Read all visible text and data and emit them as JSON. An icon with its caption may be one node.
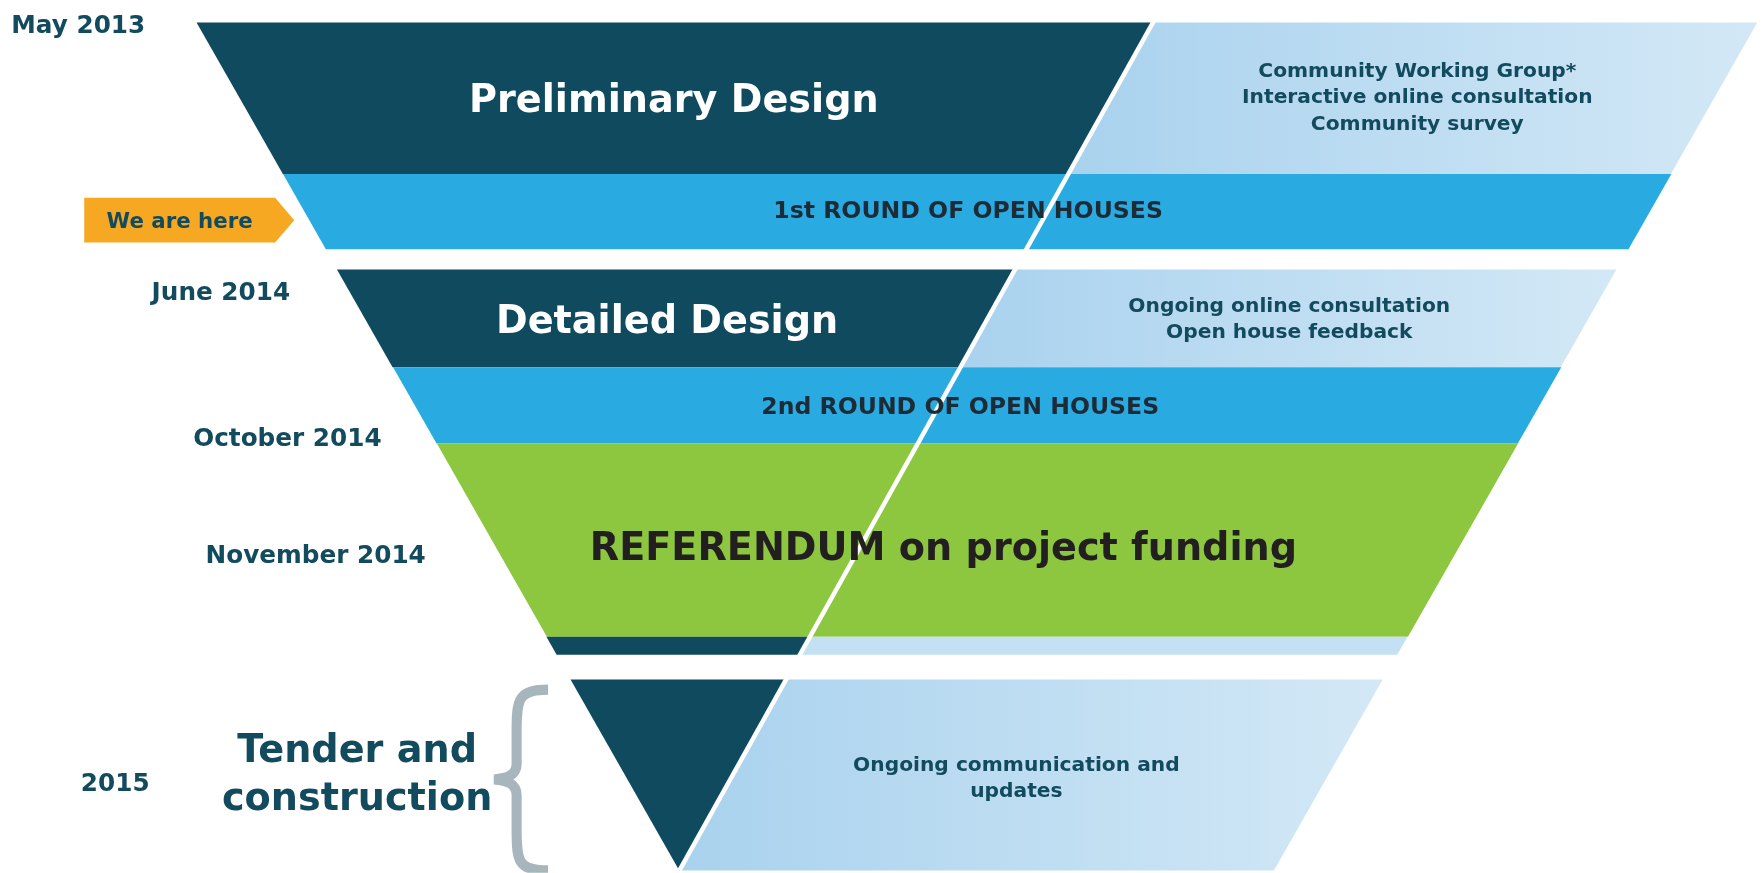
{
  "diagram": {
    "nodes": [
      {
        "text": [
          "Preliminary Design"
        ]
      },
      {
        "text": [
          "Community Working Group*",
          "Interactive online consultation",
          "Community survey"
        ]
      },
      {
        "text": [
          "We are here"
        ]
      },
      {
        "text": [
          "1st ROUND OF OPEN HOUSES"
        ]
      },
      {
        "text": [
          "Detailed Design"
        ]
      },
      {
        "text": [
          "Ongoing online consultation",
          "Open house feedback"
        ]
      },
      {
        "text": [
          "2nd ROUND OF OPEN HOUSES"
        ]
      },
      {
        "text": [
          "REFERENDUM on project  funding"
        ]
      },
      {
        "text": [],
        "shape": "triangle"
      },
      {
        "text": [
          "Ongoing communication and updates"
        ]
      }
    ],
    "labels": [
      "May 2013",
      "June 2014",
      "October 2014",
      "November 2014",
      "2015",
      "Tender and construction"
    ]
  }
}
